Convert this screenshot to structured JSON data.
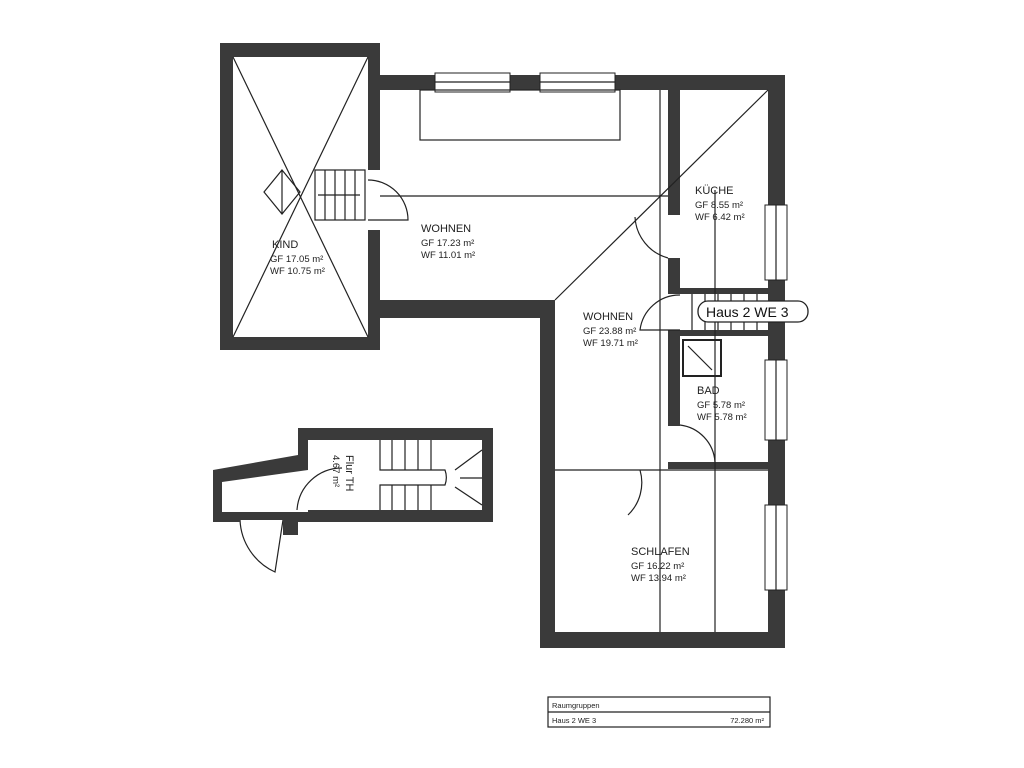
{
  "plan": {
    "unit_label": "Haus 2 WE 3",
    "rooms": [
      {
        "name": "KIND",
        "gf": "GF 17.05 m²",
        "wf": "WF 10.75 m²"
      },
      {
        "name": "WOHNEN",
        "gf": "GF 17.23 m²",
        "wf": "WF 11.01 m²"
      },
      {
        "name": "KÜCHE",
        "gf": "GF 8.55 m²",
        "wf": "WF 6.42 m²"
      },
      {
        "name": "WOHNEN",
        "gf": "GF 23.88 m²",
        "wf": "WF 19.71 m²"
      },
      {
        "name": "BAD",
        "gf": "GF 5.78 m²",
        "wf": "WF 5.78 m²"
      },
      {
        "name": "SCHLAFEN",
        "gf": "GF 16.22 m²",
        "wf": "WF 13.94 m²"
      }
    ],
    "flur": {
      "name": "Flur TH",
      "area": "4.67 m²"
    }
  },
  "legend": {
    "header": "Raumgruppen",
    "row_name": "Haus 2 WE 3",
    "row_value": "72.280 m²"
  },
  "colors": {
    "wall": "#3a3a3a",
    "line": "#222222"
  }
}
